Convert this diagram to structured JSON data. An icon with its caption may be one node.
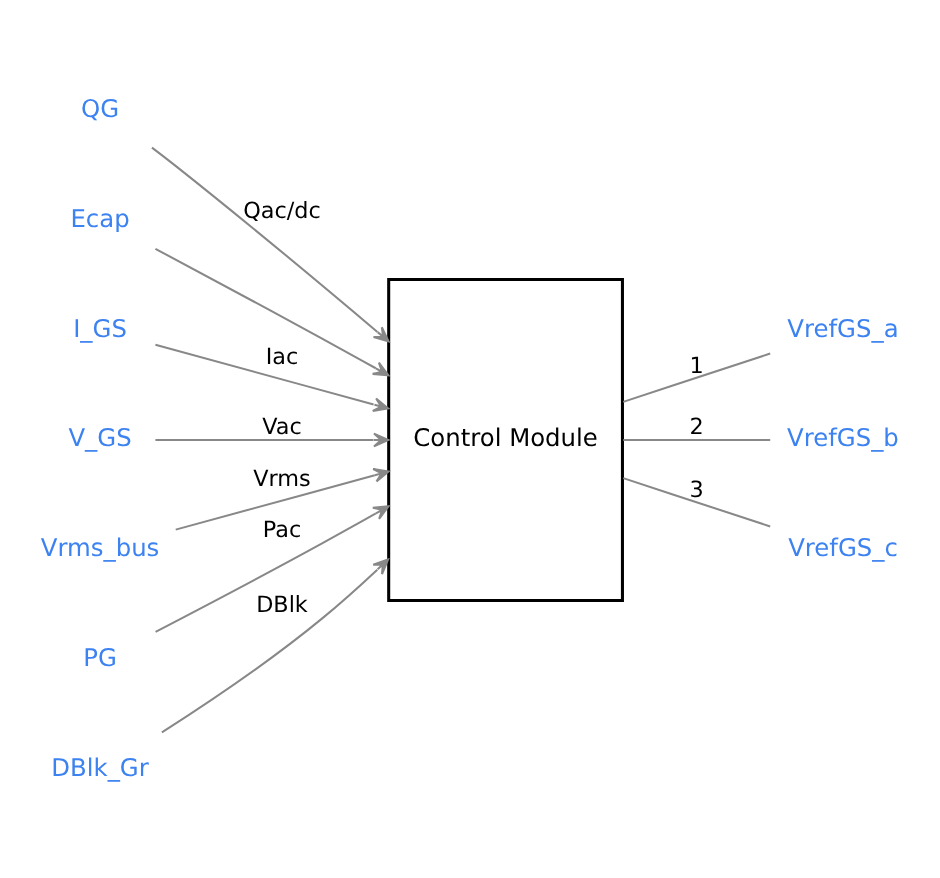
{
  "diagram": {
    "nodes": [
      {
        "text": [
          "QG"
        ]
      },
      {
        "text": [
          "Ecap"
        ]
      },
      {
        "text": [
          "I_GS"
        ]
      },
      {
        "text": [
          "V_GS"
        ]
      },
      {
        "text": [
          "Vrms_bus"
        ]
      },
      {
        "text": [
          "Control Module"
        ]
      },
      {
        "text": [
          "PG"
        ]
      },
      {
        "text": [
          "VrefGS_a"
        ]
      },
      {
        "text": [
          "VrefGS_b"
        ]
      },
      {
        "text": [
          "VrefGS_c"
        ]
      },
      {
        "text": [
          "DBlk_Gr"
        ]
      }
    ],
    "edges": [
      {
        "from": 0,
        "to": 5,
        "arrow": "to",
        "label": "Qac/dc"
      },
      {
        "from": 1,
        "to": 5,
        "arrow": "to"
      },
      {
        "from": 2,
        "to": 5,
        "arrow": "to",
        "label": "Iac"
      },
      {
        "from": 3,
        "to": 5,
        "arrow": "to",
        "label": "Vac"
      },
      {
        "from": 4,
        "to": 5,
        "arrow": "to",
        "label": "Vrms"
      },
      {
        "from": 6,
        "to": 5,
        "arrow": "to",
        "label": "Pac"
      },
      {
        "from": 10,
        "to": 5,
        "arrow": "to",
        "label": "DBlk"
      },
      {
        "from": 5,
        "to": 7,
        "arrow": "none",
        "label": "1"
      },
      {
        "from": 5,
        "to": 8,
        "arrow": "none",
        "label": "2"
      },
      {
        "from": 5,
        "to": 9,
        "arrow": "none",
        "label": "3"
      }
    ]
  }
}
